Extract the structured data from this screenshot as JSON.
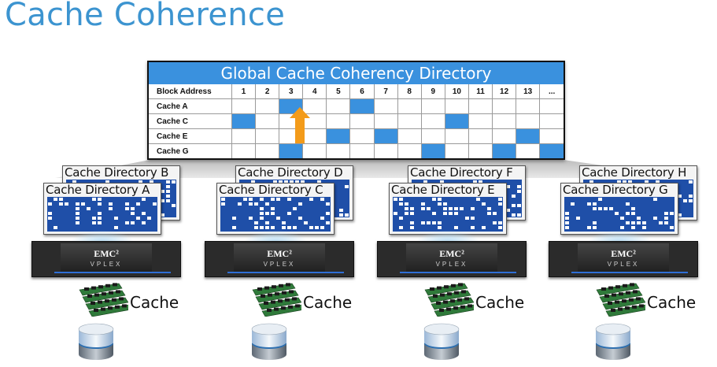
{
  "title": "Cache Coherence",
  "global": {
    "title": "Global Cache Coherency Directory",
    "header_label": "Block Address",
    "columns": [
      "1",
      "2",
      "3",
      "4",
      "5",
      "6",
      "7",
      "8",
      "9",
      "10",
      "11",
      "12",
      "13",
      "..."
    ],
    "rows": [
      {
        "label": "Cache A",
        "on": [
          3,
          6
        ]
      },
      {
        "label": "Cache C",
        "on": [
          1,
          10
        ]
      },
      {
        "label": "Cache E",
        "on": [
          5,
          7,
          13
        ]
      },
      {
        "label": "Cache G",
        "on": [
          3,
          9,
          12,
          14
        ]
      }
    ],
    "accent": "#3a91de",
    "arrow_color": "#f39b1a"
  },
  "nodes": [
    {
      "back_label": "Cache Directory B",
      "front_label": "Cache Directory A",
      "emc": "EMC²",
      "vplex": "VPLEX",
      "cache_label": "Cache"
    },
    {
      "back_label": "Cache Directory D",
      "front_label": "Cache Directory C",
      "emc": "EMC²",
      "vplex": "VPLEX",
      "cache_label": "Cache"
    },
    {
      "back_label": "Cache Directory F",
      "front_label": "Cache Directory E",
      "emc": "EMC²",
      "vplex": "VPLEX",
      "cache_label": "Cache"
    },
    {
      "back_label": "Cache Directory H",
      "front_label": "Cache Directory G",
      "emc": "EMC²",
      "vplex": "VPLEX",
      "cache_label": "Cache"
    }
  ]
}
